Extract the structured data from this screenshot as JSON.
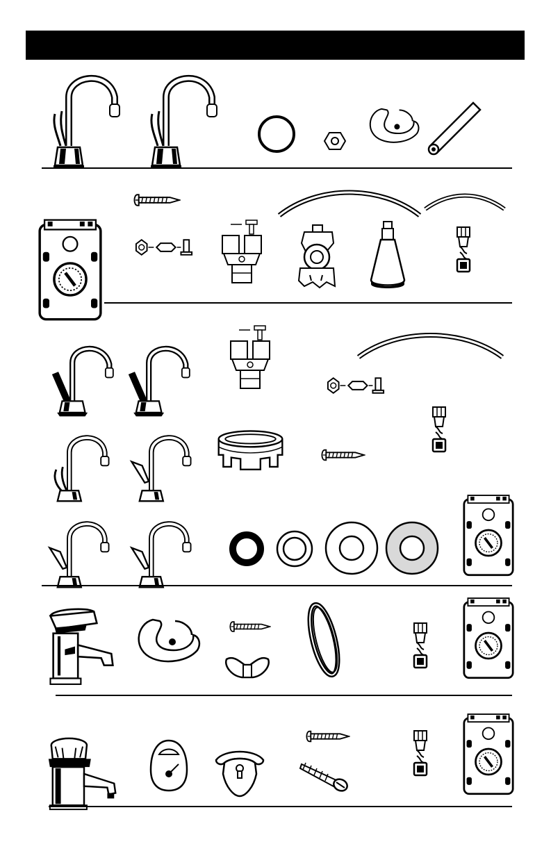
{
  "page": {
    "background": "#ffffff",
    "ink": "#000000",
    "header_color": "#000000"
  },
  "sections": [
    {
      "name": "faucet-kit-1",
      "items": [
        "faucet-icon",
        "faucet-icon",
        "o-ring-icon",
        "hex-nut-icon",
        "mounting-bracket-icon",
        "pipe-icon"
      ]
    },
    {
      "name": "tank-install-kit",
      "items": [
        "tank-icon",
        "screw-icon",
        "nut-washer-pin-icon",
        "y-connector-icon",
        "tubing-icon",
        "saddle-valve-icon",
        "filter-cartridge-icon",
        "tubing-icon",
        "compression-fitting-icon"
      ]
    },
    {
      "name": "faucet-variants",
      "items": [
        "faucet-icon",
        "y-connector-icon",
        "tubing-icon",
        "nut-washer-pin-icon",
        "compression-fitting-icon",
        "mounting-nut-icon",
        "screw-icon",
        "gasket-icon",
        "washer-icon",
        "tank-icon"
      ]
    },
    {
      "name": "lever-faucet-kit",
      "items": [
        "lever-faucet-icon",
        "mounting-bracket-icon",
        "screw-icon",
        "wing-nut-icon",
        "gasket-ring-icon",
        "compression-fitting-icon",
        "tank-icon"
      ]
    },
    {
      "name": "knob-faucet-kit",
      "items": [
        "knob-faucet-icon",
        "escutcheon-plate-icon",
        "keyhole-bracket-icon",
        "screw-icon",
        "compression-fitting-icon",
        "tank-icon"
      ]
    }
  ]
}
